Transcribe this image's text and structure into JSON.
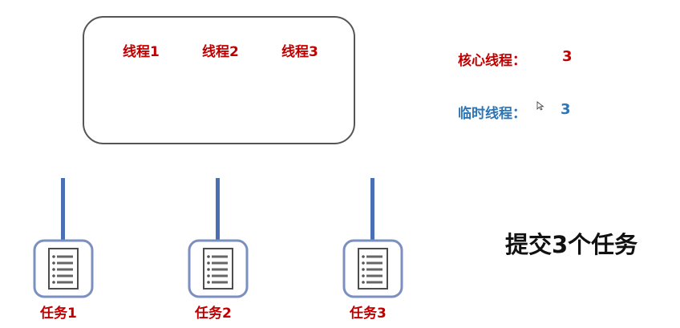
{
  "pool": {
    "threads": [
      "线程1",
      "线程2",
      "线程3"
    ]
  },
  "stats": {
    "core_label": "核心线程：",
    "core_value": "3",
    "temp_label": "临时线程：",
    "temp_value": "3"
  },
  "tasks": [
    "任务1",
    "任务2",
    "任务3"
  ],
  "caption": "提交3个任务",
  "icons": {
    "task": "document-list-icon",
    "cursor": "mouse-pointer-icon"
  },
  "colors": {
    "red": "#c00000",
    "blue": "#2e75b6",
    "connector": "#4a6fb5",
    "icon_frame": "#7b8fc0"
  }
}
